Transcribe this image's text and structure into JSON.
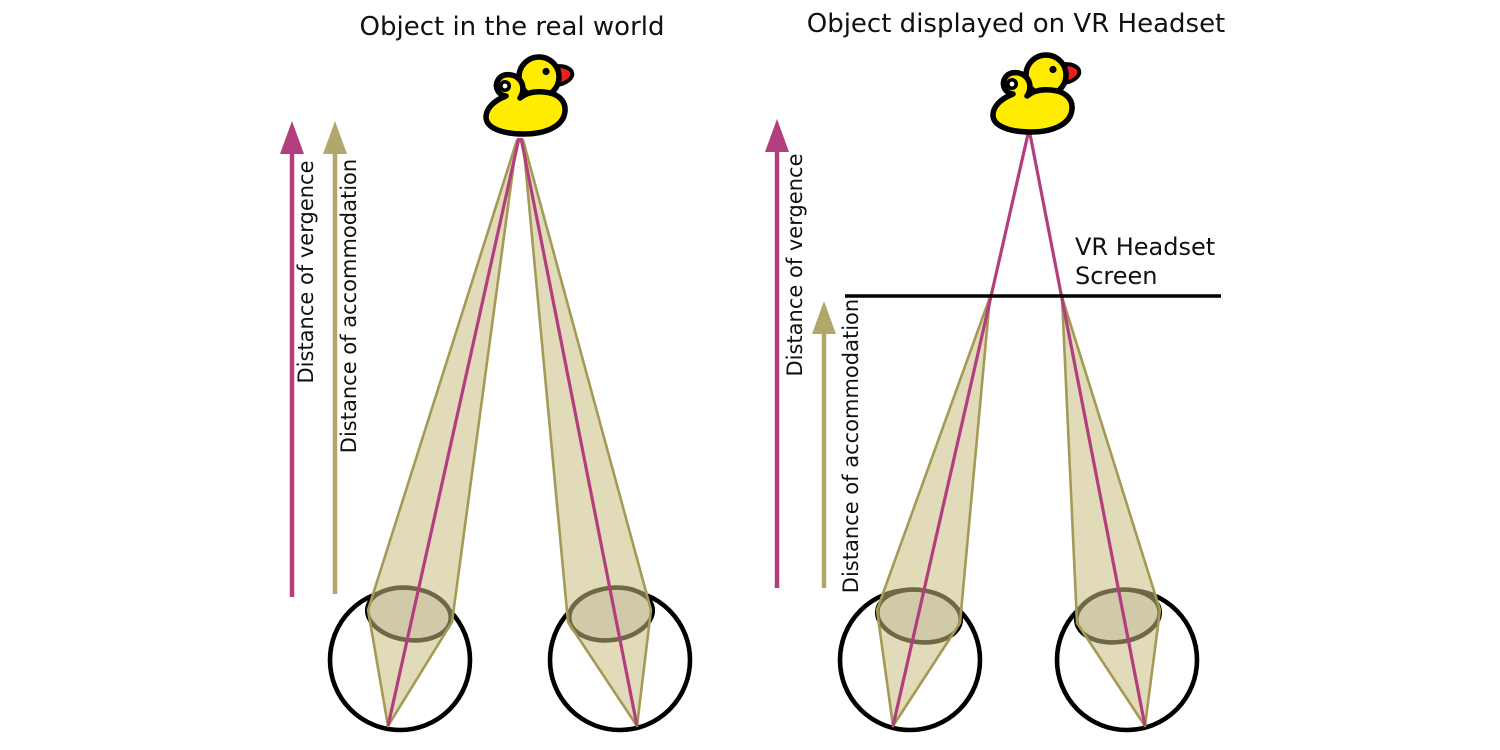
{
  "figure": {
    "left_panel": {
      "title": "Object in the real world",
      "vergence_arrow_label": "Distance of vergence",
      "accommodation_arrow_label": "Distance of accommodation"
    },
    "right_panel": {
      "title": "Object displayed on VR Headset",
      "vergence_arrow_label": "Distance of vergence",
      "accommodation_arrow_label": "Distance of accommodation",
      "screen_label": "VR Headset\nScreen"
    },
    "colors": {
      "vergence_pink": "#b23e7e",
      "accommodation_tan": "#b2a76b",
      "cone_stroke": "#a49a56",
      "cone_fill": "rgba(200,190,130,0.55)",
      "lens_gray": "#d9d9d9",
      "eye_outline": "#000000",
      "duck_yellow": "#ffec00",
      "duck_beak_red": "#ec2020",
      "screen_line": "#000000",
      "background": "#ffffff"
    }
  }
}
